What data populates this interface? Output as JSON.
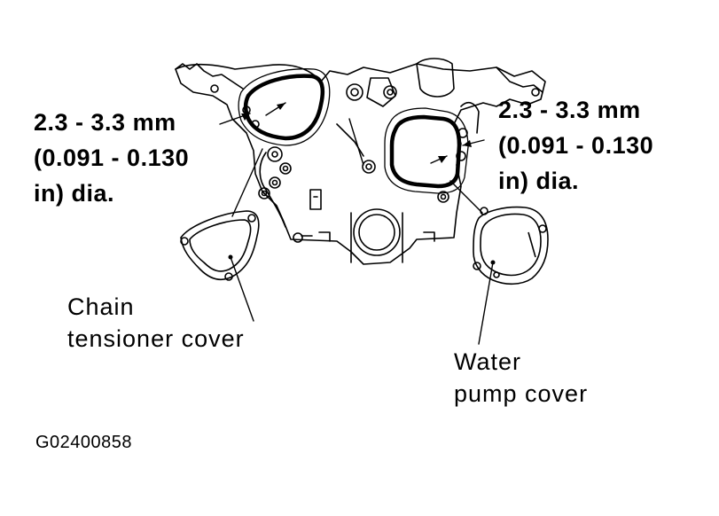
{
  "callouts": {
    "left_spec": [
      "2.3 - 3.3 mm",
      "(0.091 - 0.130",
      "in) dia."
    ],
    "right_spec": [
      "2.3 - 3.3 mm",
      "(0.091 - 0.130",
      "in) dia."
    ],
    "chain_tensioner": [
      "Chain",
      "tensioner cover"
    ],
    "water_pump": [
      "Water",
      "pump cover"
    ]
  },
  "figure_code": "G02400858"
}
